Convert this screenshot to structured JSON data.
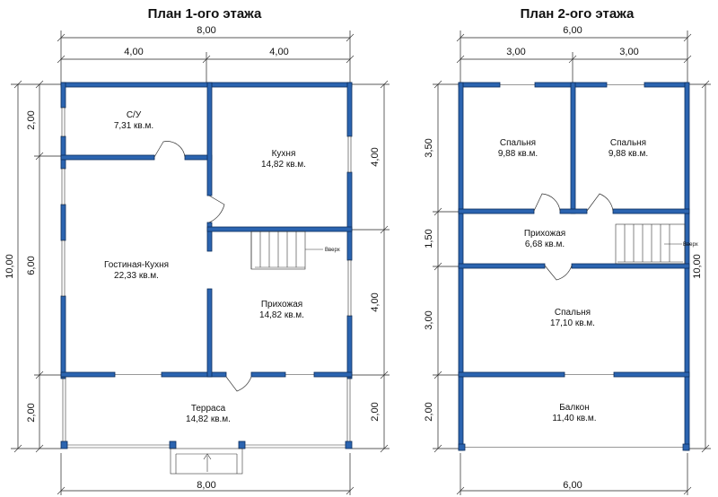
{
  "plans": [
    {
      "title": "План 1-ого этажа",
      "dims": {
        "top_total": "8,00",
        "top_left": "4,00",
        "top_right": "4,00",
        "left_total": "10,00",
        "left_top": "2,00",
        "left_mid": "6,00",
        "left_bot": "2,00",
        "right_top": "4,00",
        "right_mid": "4,00",
        "right_bot": "2,00",
        "bottom_total": "8,00"
      },
      "rooms": [
        {
          "name": "С/У",
          "area": "7,31 кв.м."
        },
        {
          "name": "Кухня",
          "area": "14,82 кв.м."
        },
        {
          "name": "Гостиная-Кухня",
          "area": "22,33 кв.м."
        },
        {
          "name": "Прихожая",
          "area": "14,82 кв.м."
        },
        {
          "name": "Терраса",
          "area": "14,82 кв.м."
        }
      ],
      "stairs_label": "Вверх"
    },
    {
      "title": "План 2-ого этажа",
      "dims": {
        "top_total": "6,00",
        "top_left": "3,00",
        "top_right": "3,00",
        "left_a": "3,50",
        "left_b": "1,50",
        "left_c": "3,00",
        "left_d": "2,00",
        "right_total": "10,00",
        "bottom_total": "6,00"
      },
      "rooms": [
        {
          "name": "Спальня",
          "area": "9,88 кв.м."
        },
        {
          "name": "Спальня",
          "area": "9,88 кв.м."
        },
        {
          "name": "Прихожая",
          "area": "6,68 кв.м."
        },
        {
          "name": "Спальня",
          "area": "17,10 кв.м."
        },
        {
          "name": "Балкон",
          "area": "11,40 кв.м."
        }
      ],
      "stairs_label": "Вверх"
    }
  ],
  "colors": {
    "wall": "#2b64b0",
    "wall_stroke": "#0b2c5c",
    "line": "#222222"
  }
}
